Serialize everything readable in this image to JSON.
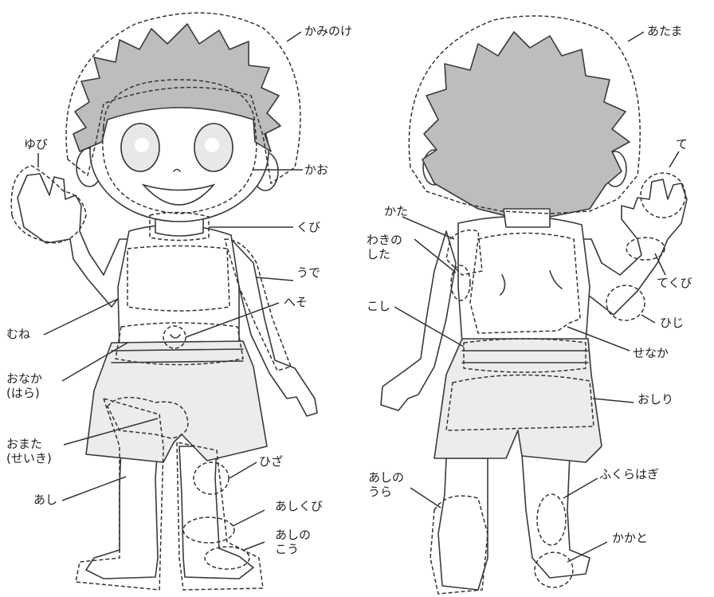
{
  "labels": {
    "kaminoke": "かみのけ",
    "yubi": "ゆび",
    "kao": "かお",
    "kubi": "くび",
    "ude": "うで",
    "hezo": "へそ",
    "mune": "むね",
    "onaka": "おなか\n(はら)",
    "omata": "おまた\n(せいき)",
    "ashi": "あし",
    "hiza": "ひざ",
    "ashikubi": "あしくび",
    "ashinokou": "あしの\nこう",
    "atama": "あたま",
    "te": "て",
    "kata": "かた",
    "wakinoshita": "わきの\nした",
    "tekubi": "てくび",
    "koshi": "こし",
    "hiji": "ひじ",
    "senaka": "せなか",
    "oshiri": "おしり",
    "ashinoura": "あしの\nうら",
    "fukurahagi": "ふくらはぎ",
    "kakato": "かかと"
  }
}
